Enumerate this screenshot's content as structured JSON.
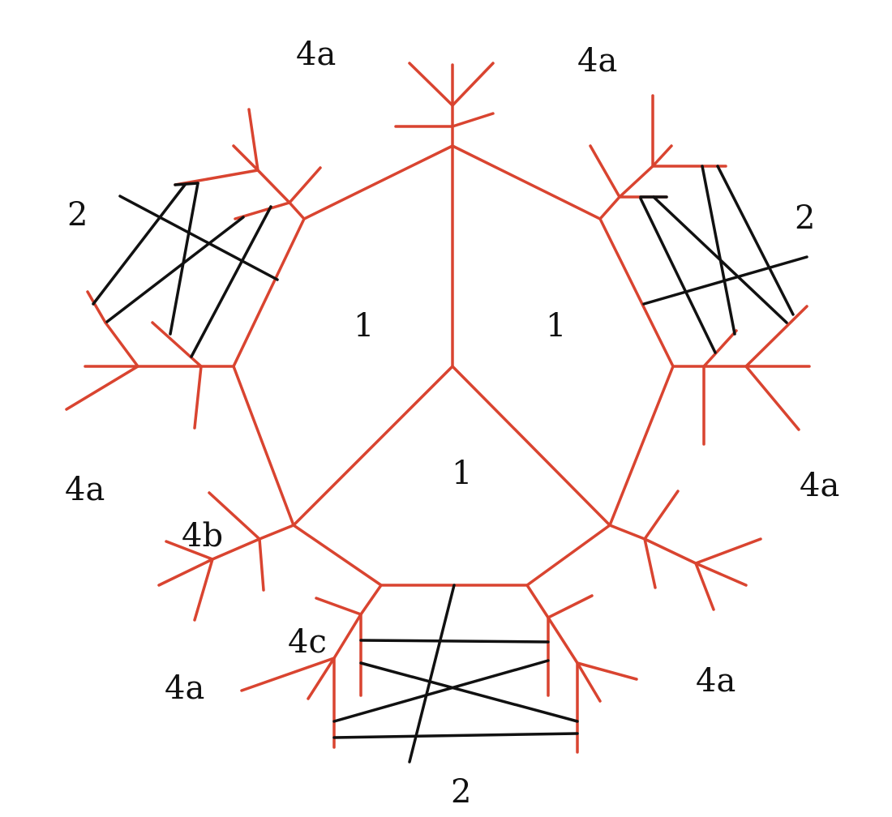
{
  "colors": {
    "tree": "#d94430",
    "chords": "#111111",
    "text": "#111111"
  },
  "labels": {
    "region_1_left": "1",
    "region_1_right": "1",
    "region_1_bottom": "1",
    "region_2_left": "2",
    "region_2_right": "2",
    "region_2_bottom": "2",
    "region_4a_top_left": "4a",
    "region_4a_top_right": "4a",
    "region_4a_left": "4a",
    "region_4a_right": "4a",
    "region_4a_bottom_left": "4a",
    "region_4a_bottom_right": "4a",
    "region_4b": "4b",
    "region_4c": "4c"
  }
}
